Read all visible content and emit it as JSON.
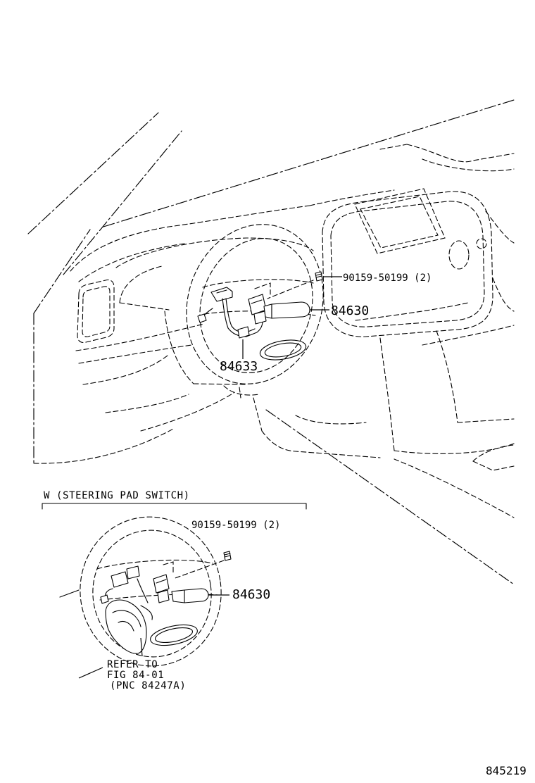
{
  "main_view": {
    "screw_callout": "90159-50199 (2)",
    "switch_callout": "84630",
    "harness_callout": "84633"
  },
  "inset": {
    "title": "W (STEERING PAD SWITCH)",
    "screw_callout": "90159-50199 (2)",
    "switch_callout": "84630",
    "reference_note": [
      "REFER TO",
      "FIG 84-01",
      "(PNC 84247A)"
    ]
  },
  "figure_number": "845219"
}
